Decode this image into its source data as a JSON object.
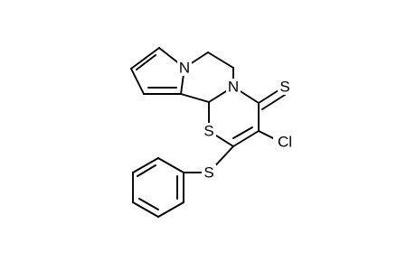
{
  "atoms": {
    "n1": "N",
    "n2": "N",
    "s_ring": "S",
    "s_thione": "S",
    "cl": "Cl",
    "s_phenyl": "S"
  },
  "colors": {
    "bond": "#000000",
    "label": "#000000",
    "background": "#ffffff"
  }
}
